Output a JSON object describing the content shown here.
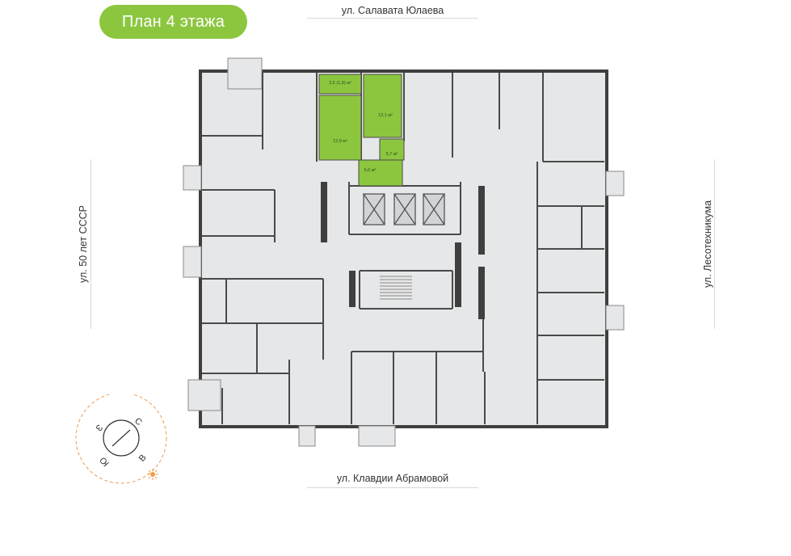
{
  "title": "План 4 этажа",
  "streets": {
    "top": "ул. Салавата Юлаева",
    "bottom": "ул. Клавдии Абрамовой",
    "left": "ул. 50 лет СССР",
    "right": "ул. Лесотехникума"
  },
  "apartment_labels": {
    "balcony": "3,5 (1,8) м²",
    "room": "12,9 м²",
    "kitchen": "13,1 м²",
    "hall": "5,7 м²",
    "bath": "5,6 м²"
  },
  "compass": {
    "north": "С",
    "east": "В",
    "south": "Ю",
    "west": "З"
  },
  "colors": {
    "accent": "#8cc63f",
    "room_fill": "#e6e7e8",
    "wall": "#3f3f3f",
    "compass_orbit": "#f29a4a"
  }
}
